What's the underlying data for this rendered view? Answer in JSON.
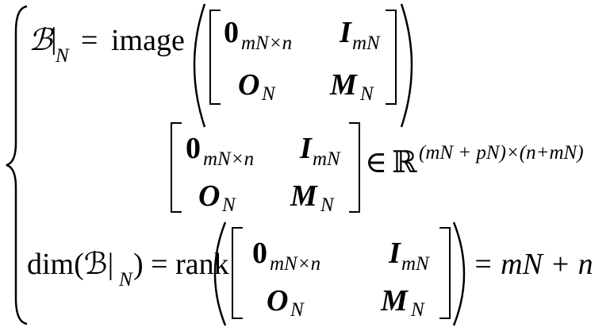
{
  "line1": {
    "lhs_symbol": "ℬ",
    "restrict_bar": "|",
    "restrict_sub": "N",
    "equals": "=",
    "func": "image",
    "matrix": {
      "r1c1": "0",
      "r1c1_sub": "mN×n",
      "r1c2": "I",
      "r1c2_sub": "mN",
      "r2c1": "O",
      "r2c1_sub": "N",
      "r2c2": "M",
      "r2c2_sub": "N"
    }
  },
  "line2": {
    "matrix": {
      "r1c1": "0",
      "r1c1_sub": "mN×n",
      "r1c2": "I",
      "r1c2_sub": "mN",
      "r2c1": "O",
      "r2c1_sub": "N",
      "r2c2": "M",
      "r2c2_sub": "N"
    },
    "in": "∈",
    "reals": "ℝ",
    "dims": "(mN + pN)×(n+mN)"
  },
  "line3": {
    "lhs": "dim(ℬ|",
    "lhs_sub": "N",
    "lhs_close": ") = rank",
    "matrix": {
      "r1c1": "0",
      "r1c1_sub": "mN×n",
      "r1c2": "I",
      "r1c2_sub": "mN",
      "r2c1": "O",
      "r2c1_sub": "N",
      "r2c2": "M",
      "r2c2_sub": "N"
    },
    "rhs": "= mN + n"
  }
}
